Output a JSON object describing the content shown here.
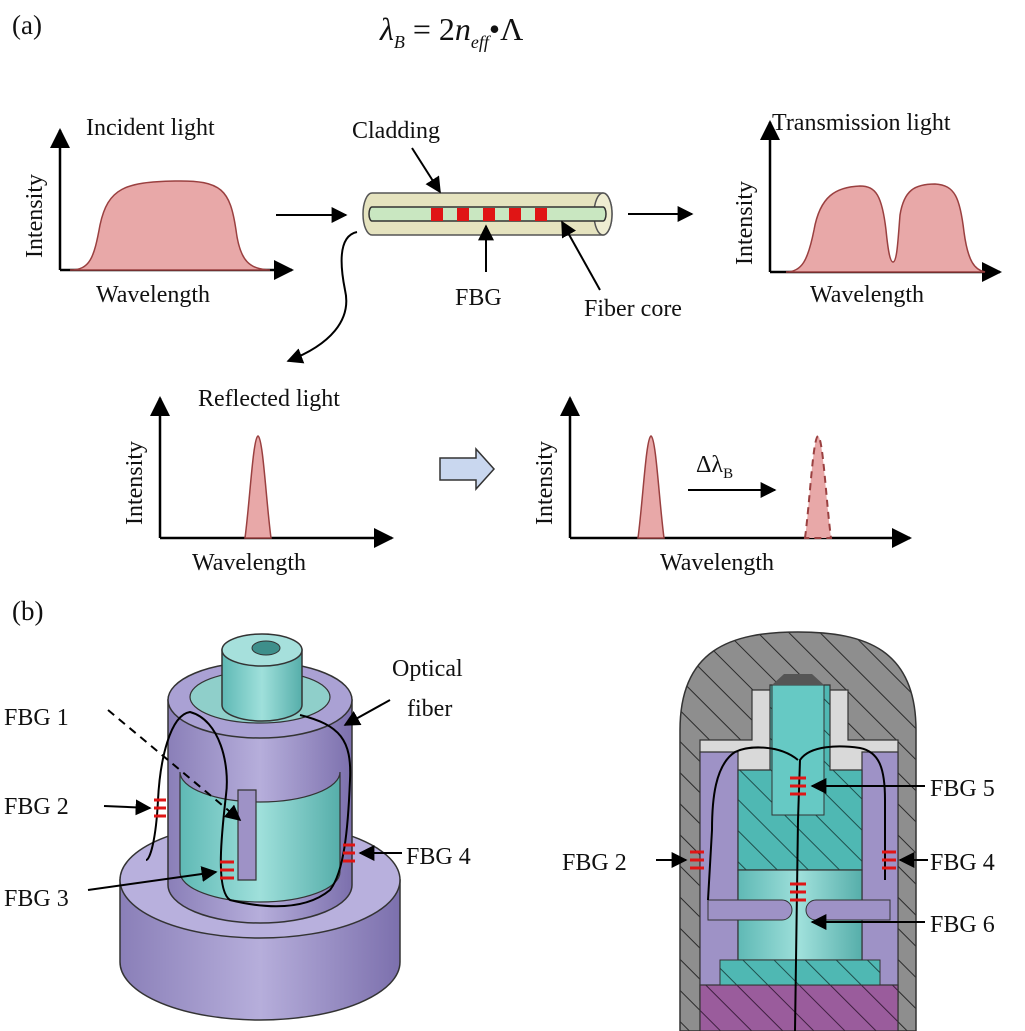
{
  "panel_a": {
    "label": "(a)",
    "equation": {
      "lambda": "λ",
      "sub_b": "B",
      "eq": " = 2",
      "n": "n",
      "sub_eff": "eff",
      "dot": "•",
      "Lambda": "Λ"
    },
    "incident": {
      "title": "Incident light",
      "ylabel": "Intensity",
      "xlabel": "Wavelength"
    },
    "transmission": {
      "title": "Transmission light",
      "ylabel": "Intensity",
      "xlabel": "Wavelength"
    },
    "reflected": {
      "title": "Reflected light",
      "ylabel": "Intensity",
      "xlabel": "Wavelength"
    },
    "shifted": {
      "ylabel": "Intensity",
      "xlabel": "Wavelength",
      "delta": "Δλ",
      "delta_sub": "B"
    },
    "fiber": {
      "cladding": "Cladding",
      "fbg": "FBG",
      "core": "Fiber core"
    }
  },
  "panel_b": {
    "label": "(b)",
    "left": {
      "optical_fiber_1": "Optical",
      "optical_fiber_2": "fiber",
      "fbg1": "FBG 1",
      "fbg2": "FBG 2",
      "fbg3": "FBG 3",
      "fbg4": "FBG 4"
    },
    "right": {
      "fbg2": "FBG 2",
      "fbg4": "FBG 4",
      "fbg5": "FBG 5",
      "fbg6": "FBG 6"
    }
  },
  "colors": {
    "pink_fill": "#e8a8a8",
    "pink_stroke": "#9a4040",
    "grating_red": "#e01515",
    "purple": "#9e92c6",
    "teal": "#66c9c4",
    "gray": "#8c8c8c"
  }
}
